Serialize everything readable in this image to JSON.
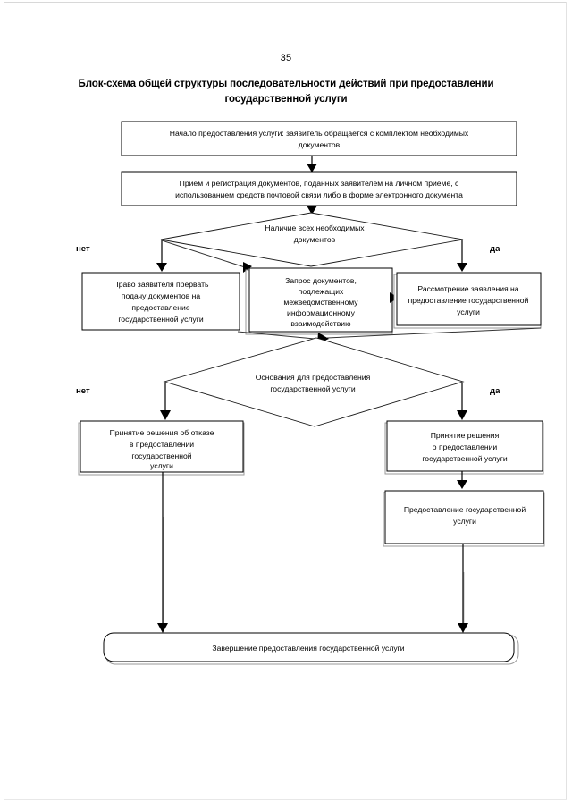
{
  "page": {
    "number": "35",
    "title": "Блок-схема общей структуры последовательности действий при предоставлении государственной услуги"
  },
  "chart_data": {
    "type": "flowchart",
    "title": "Блок-схема общей структуры последовательности действий при предоставлении государственной услуги",
    "orientation": "top-to-bottom",
    "node_count": 11,
    "edge_count": 12
  },
  "nodes": {
    "start": {
      "shape": "rect",
      "lines": [
        "Начало предоставления услуги: заявитель обращается с комплектом необходимых",
        "документов"
      ]
    },
    "register": {
      "shape": "rect",
      "lines": [
        "Прием и регистрация документов, поданных заявителем на личном приеме, с",
        "использованием средств почтовой связи либо в форме электронного документа"
      ]
    },
    "decision_docs": {
      "shape": "diamond",
      "lines": [
        "Наличие всех необходимых",
        "документов"
      ],
      "no_label": "нет",
      "yes_label": "да"
    },
    "interrupt": {
      "shape": "rect",
      "lines": [
        "Право заявителя прервать",
        "подачу документов на",
        "предоставление",
        "государственной услуги"
      ]
    },
    "request_docs": {
      "shape": "rect",
      "lines": [
        "Запрос документов,",
        "подлежащих",
        "межведомственному",
        "информационному",
        "взаимодействию"
      ]
    },
    "review": {
      "shape": "rect",
      "lines": [
        "Рассмотрение заявления на",
        "предоставление государственной",
        "услуги"
      ]
    },
    "decision_grounds": {
      "shape": "diamond",
      "lines": [
        "Основания для предоставления",
        "государственной услуги"
      ],
      "no_label": "нет",
      "yes_label": "да"
    },
    "refusal": {
      "shape": "rect",
      "lines": [
        "Принятие решения об отказе",
        "в предоставлении",
        "государственной",
        "услуги"
      ]
    },
    "decision_grant": {
      "shape": "rect",
      "lines": [
        "Принятие решения",
        "о предоставлении",
        "государственной услуги"
      ]
    },
    "provide": {
      "shape": "rect",
      "lines": [
        "Предоставление государственной",
        "услуги"
      ]
    },
    "finish": {
      "shape": "rounded-rect",
      "lines": [
        "Завершение предоставления государственной услуги"
      ]
    }
  }
}
